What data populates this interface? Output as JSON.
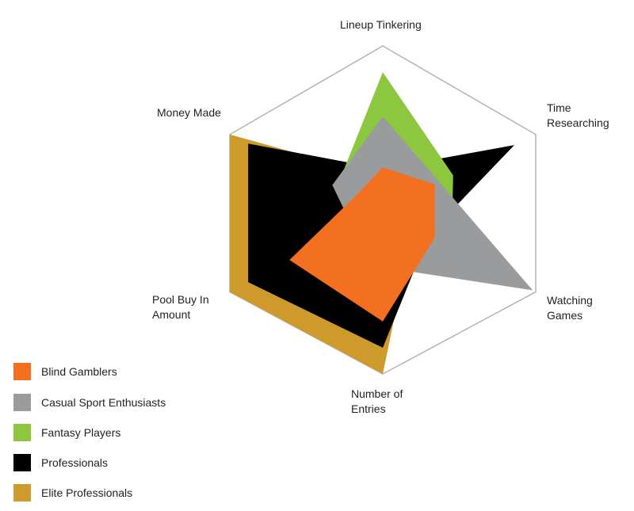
{
  "chart_data": {
    "type": "radar",
    "axes": [
      "Lineup Tinkering",
      "Time Researching",
      "Watching Games",
      "Number of Entries",
      "Pool Buy In Amount",
      "Money Made"
    ],
    "axis_label_lines": [
      [
        "Lineup Tinkering"
      ],
      [
        "Time",
        "Researching"
      ],
      [
        "Watching",
        "Games"
      ],
      [
        "Number of",
        "Entries"
      ],
      [
        "Pool Buy In",
        "Amount"
      ],
      [
        "Money Made"
      ]
    ],
    "range": [
      0,
      1
    ],
    "series": [
      {
        "name": "Elite Professionals",
        "color": "#CF9A2C",
        "values": [
          0.2,
          0.2,
          0.2,
          1.0,
          1.0,
          1.0
        ]
      },
      {
        "name": "Professionals",
        "color": "#000000",
        "values": [
          0.25,
          0.86,
          0.3,
          0.84,
          0.88,
          0.88
        ]
      },
      {
        "name": "Fantasy Players",
        "color": "#8DC63F",
        "values": [
          0.84,
          0.46,
          0.45,
          0.45,
          0.2,
          0.3
        ]
      },
      {
        "name": "Casual Sport Enthusiasts",
        "color": "#9A9B9D",
        "values": [
          0.57,
          0.37,
          0.98,
          0.35,
          0.2,
          0.33
        ]
      },
      {
        "name": "Blind Gamblers",
        "color": "#F37021",
        "values": [
          0.26,
          0.34,
          0.34,
          0.68,
          0.61,
          0.18
        ]
      }
    ],
    "legend": [
      "Blind Gamblers",
      "Casual Sport Enthusiasts",
      "Fantasy Players",
      "Professionals",
      "Elite Professionals"
    ],
    "legend_placement": "bottom-left"
  }
}
